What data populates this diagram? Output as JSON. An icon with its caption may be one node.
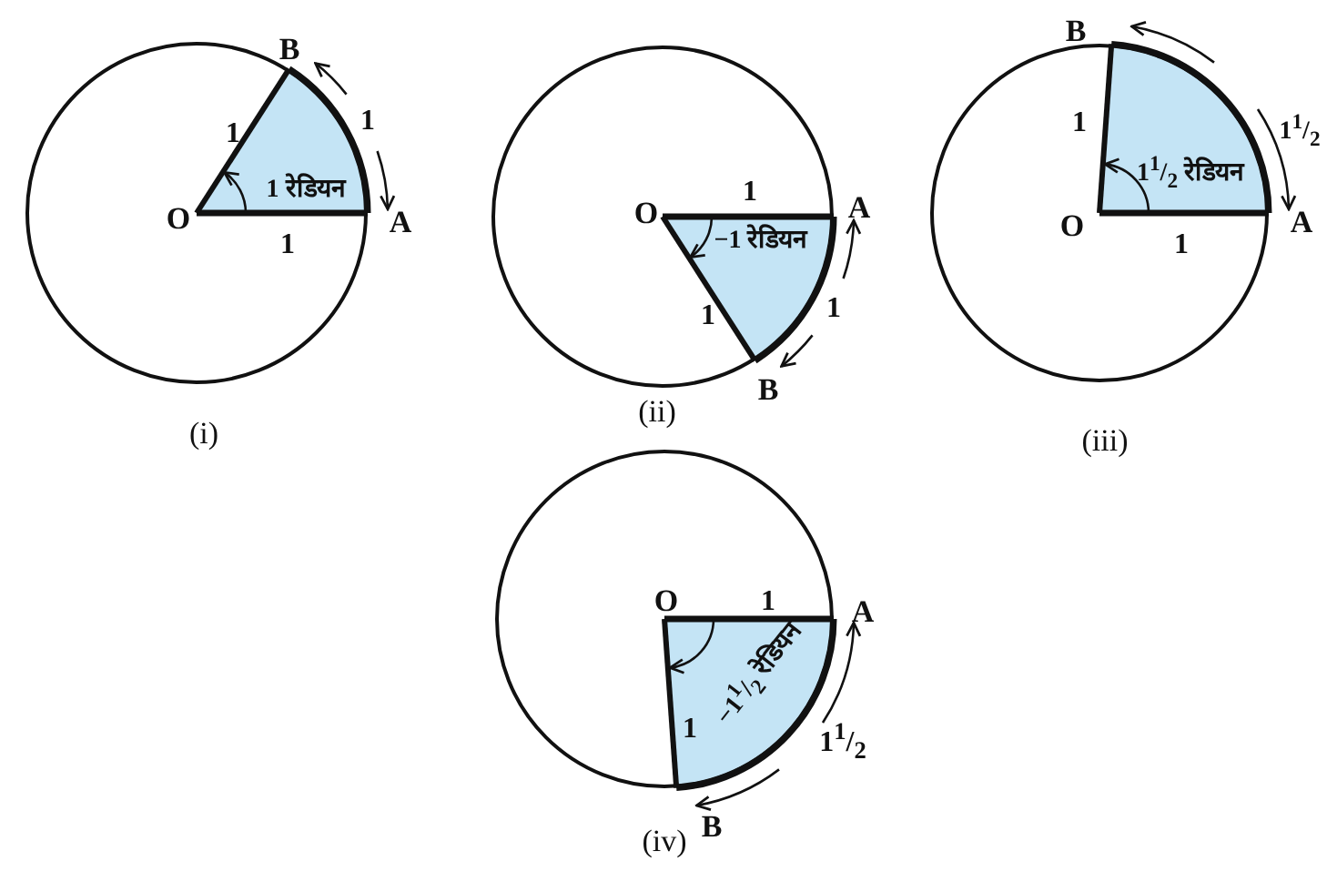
{
  "diagram": {
    "nodes": [
      {
        "text": [
          "B",
          "1",
          "1",
          "1 रेडियन",
          "O",
          "A",
          "1"
        ],
        "beside": [
          "(i)"
        ]
      },
      {
        "text": [
          "O",
          "1",
          "A",
          "−1 रेडियन",
          "1",
          "1",
          "B"
        ],
        "beside": [
          "(ii)"
        ]
      },
      {
        "text": [
          "B",
          "1",
          "1$^{1}$/$_{2}$",
          "1$^{1}$/$_{2}$ रेडियन",
          "O",
          "A",
          "1"
        ],
        "beside": [
          "(iii)"
        ]
      },
      {
        "text": [
          "O",
          "1",
          "A",
          "−1$^{1}$/$_{2}$ रेडियन",
          "1",
          "1$^{1}$/$_{2}$",
          "B"
        ],
        "beside": [
          "(iv)"
        ]
      }
    ]
  }
}
